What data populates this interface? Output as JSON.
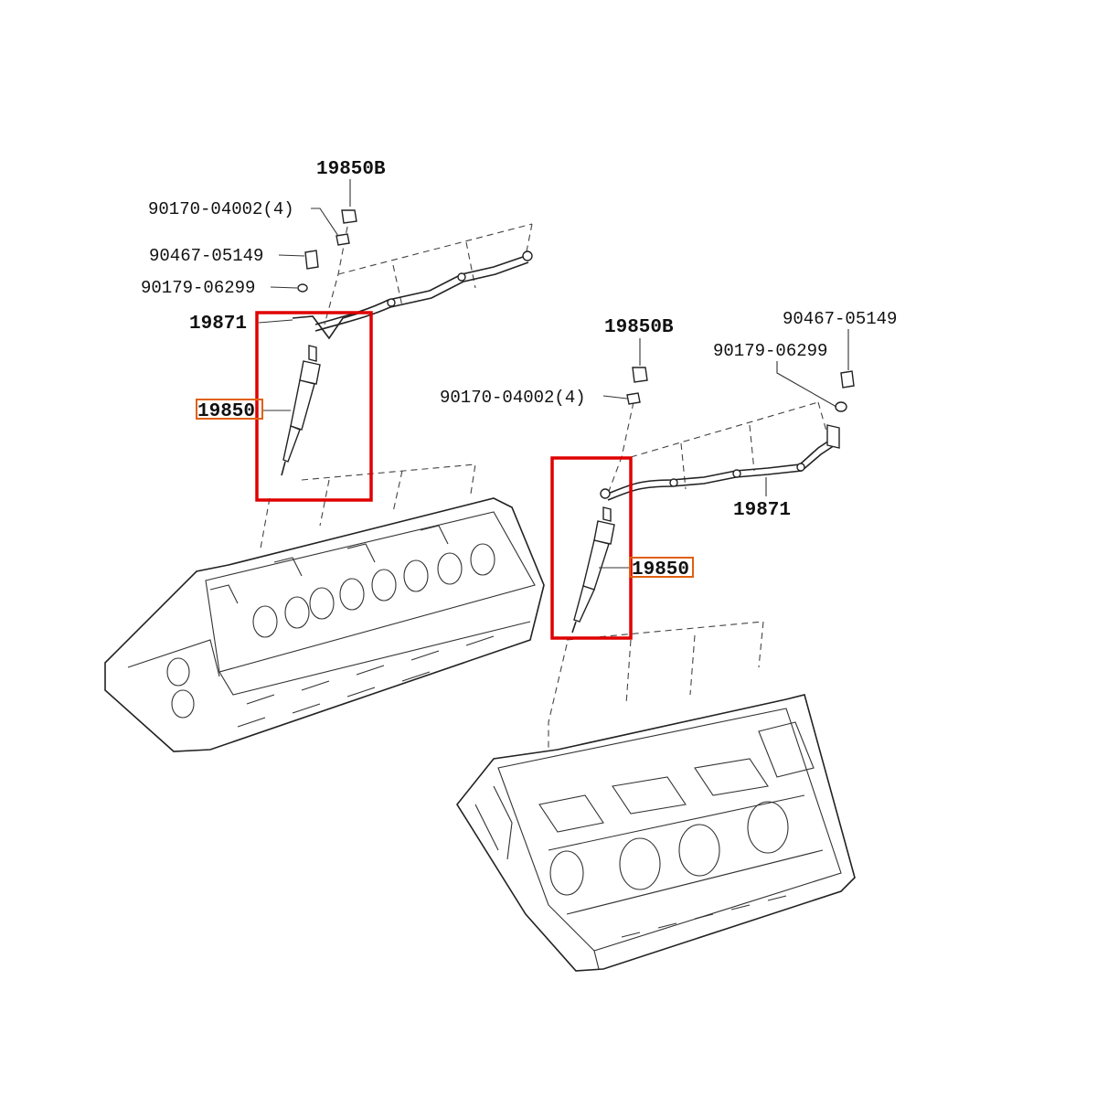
{
  "diagram": {
    "left_assembly": {
      "labels": {
        "nut_cap": "19850B",
        "nut": "90170-04002(4)",
        "terminal_nut": "90467-05149",
        "washer": "90179-06299",
        "connector": "19871",
        "glow_plug": "19850"
      }
    },
    "right_assembly": {
      "labels": {
        "nut_cap": "19850B",
        "nut": "90170-04002(4)",
        "terminal_nut": "90467-05149",
        "washer": "90179-06299",
        "connector": "19871",
        "glow_plug": "19850"
      }
    },
    "highlight_colors": {
      "part_box": "#e00000",
      "label_box": "#e06010"
    }
  }
}
